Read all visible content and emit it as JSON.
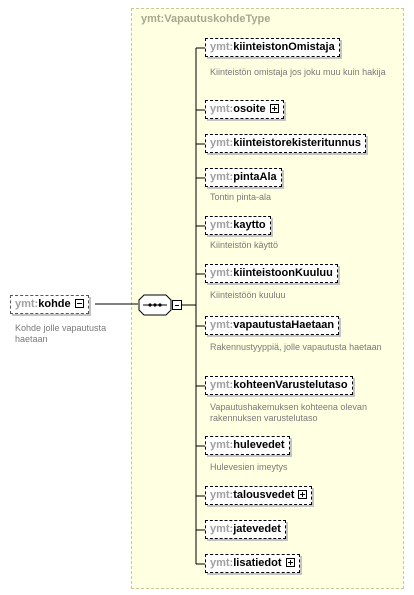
{
  "root": {
    "ns": "ymt:",
    "name": "kohde",
    "desc": "Kohde jolle vapautusta haetaan"
  },
  "type_title": "ymt:VapautuskohdeType",
  "children": [
    {
      "ns": "ymt:",
      "name": "kiinteistonOmistaja",
      "desc": "Kiinteistön omistaja jos joku muu kuin hakija",
      "plus": false
    },
    {
      "ns": "ymt:",
      "name": "osoite",
      "desc": "",
      "plus": true
    },
    {
      "ns": "ymt:",
      "name": "kiinteistorekisteritunnus",
      "desc": "",
      "plus": false
    },
    {
      "ns": "ymt:",
      "name": "pintaAla",
      "desc": "Tontin pinta-ala",
      "plus": false
    },
    {
      "ns": "ymt:",
      "name": "kaytto",
      "desc": "Kiinteistön käyttö",
      "plus": false
    },
    {
      "ns": "ymt:",
      "name": "kiinteistoonKuuluu",
      "desc": "Kiinteistöön kuuluu",
      "plus": false
    },
    {
      "ns": "ymt:",
      "name": "vapautustaHaetaan",
      "desc": "Rakennustyyppiä, jolle vapautusta haetaan",
      "plus": false
    },
    {
      "ns": "ymt:",
      "name": "kohteenVarustelutaso",
      "desc": "Vapautushakemuksen kohteena olevan rakennuksen varustelutaso",
      "plus": false
    },
    {
      "ns": "ymt:",
      "name": "hulevedet",
      "desc": "Hulevesien imeytys",
      "plus": false
    },
    {
      "ns": "ymt:",
      "name": "talousvedet",
      "desc": "",
      "plus": true
    },
    {
      "ns": "ymt:",
      "name": "jatevedet",
      "desc": "",
      "plus": false
    },
    {
      "ns": "ymt:",
      "name": "lisatiedot",
      "desc": "",
      "plus": true
    }
  ]
}
